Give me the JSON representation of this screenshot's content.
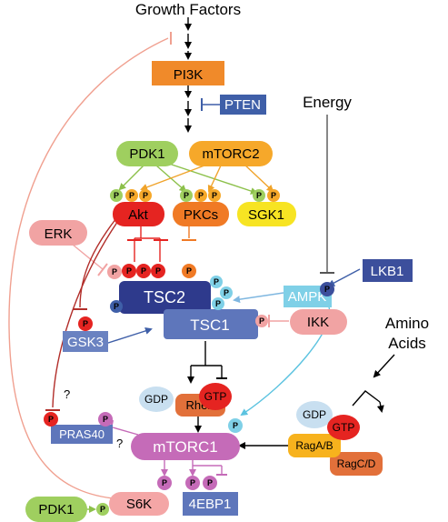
{
  "labels": {
    "growth_factors": "Growth Factors",
    "energy": "Energy",
    "amino_line1": "Amino",
    "amino_line2": "Acids",
    "q1": "?",
    "q2": "?"
  },
  "nodes": {
    "pi3k": "PI3K",
    "pten": "PTEN",
    "pdk1_top": "PDK1",
    "mtorc2": "mTORC2",
    "akt": "Akt",
    "pkcs": "PKCs",
    "sgk1": "SGK1",
    "erk": "ERK",
    "lkb1": "LKB1",
    "ampk": "AMPK",
    "tsc2": "TSC2",
    "tsc1": "TSC1",
    "gsk3": "GSK3",
    "ikk": "IKK",
    "gdp_rheb": "GDP",
    "gtp_rheb": "GTP",
    "rheb": "Rheb",
    "gdp_rag": "GDP",
    "gtp_rag": "GTP",
    "ragab": "RagA/B",
    "ragcd": "RagC/D",
    "pras40": "PRAS40",
    "mtorc1": "mTORC1",
    "pdk1_bottom": "PDK1",
    "s6k": "S6K",
    "4ebp1": "4EBP1"
  },
  "phospho_label": "P",
  "colors": {
    "pi3k": "#f08a2a",
    "pten": "#3f5fa8",
    "pdk1": "#9fcf5f",
    "mtorc2": "#f6a82a",
    "akt": "#e52421",
    "pkcs": "#f07a25",
    "sgk1": "#f7e423",
    "erk": "#f1a3a3",
    "lkb1": "#3c4f9c",
    "ampk": "#7fd0e7",
    "tsc2": "#2e3a8c",
    "tsc1": "#5e76bb",
    "gsk3": "#6a82c1",
    "ikk": "#f1a3a3",
    "gdp": "#c8dff0",
    "gtp": "#e52421",
    "rheb": "#e2703a",
    "ragab": "#f7b21d",
    "ragcd": "#e2703a",
    "pras40": "#5e76bb",
    "mtorc1": "#c56bb8",
    "s6k": "#f4a6a6",
    "4ebp1": "#5e76bb"
  }
}
